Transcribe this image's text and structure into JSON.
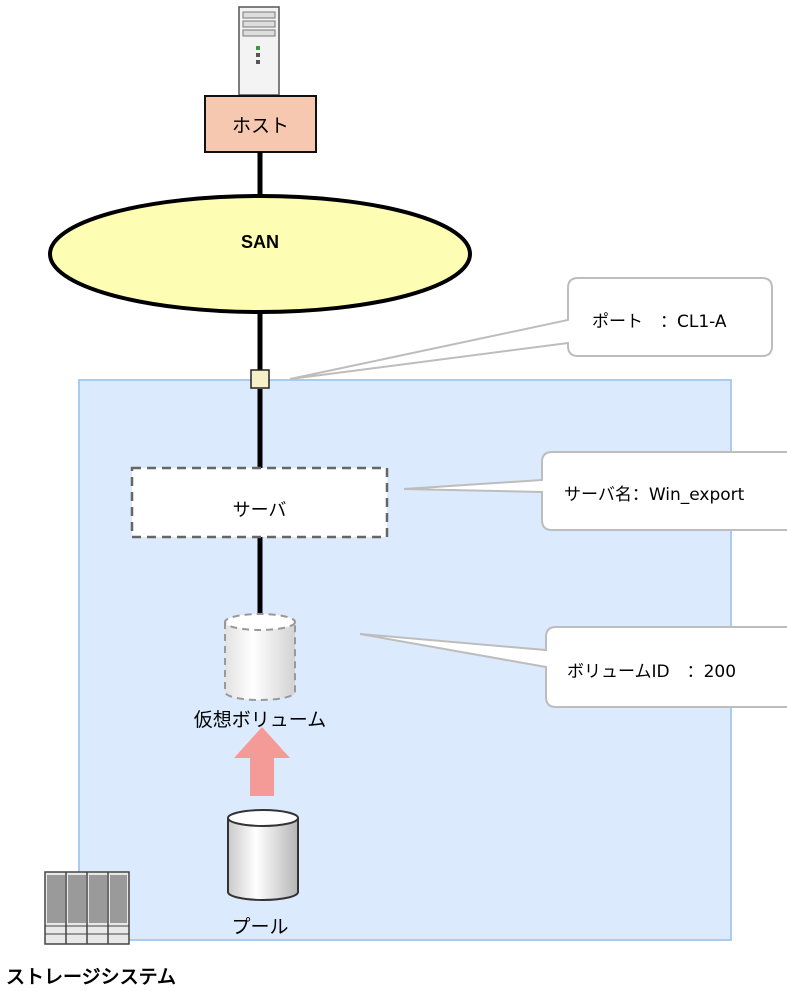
{
  "host": {
    "label": "ホスト"
  },
  "san": {
    "label": "SAN"
  },
  "port_callout": {
    "text": "ポート　：CL1-A"
  },
  "server": {
    "label": "サーバ"
  },
  "server_callout": {
    "text": "サーバ名：Win_export"
  },
  "virtual_volume": {
    "label": "仮想ボリューム"
  },
  "volume_callout": {
    "text": "ボリュームID　：200"
  },
  "pool": {
    "label": "プール"
  },
  "storage_system": {
    "label": "ストレージシステム"
  },
  "colors": {
    "storage_area_fill": "#dbeafc",
    "storage_area_border": "#a9cbef",
    "host_fill": "#f6c8b0",
    "san_fill": "#fdfdb4",
    "port_fill": "#f5f0c8",
    "arrow": "#f49b98"
  },
  "icons": {
    "host": "server-tower-icon",
    "storage_system": "storage-rack-icon"
  }
}
